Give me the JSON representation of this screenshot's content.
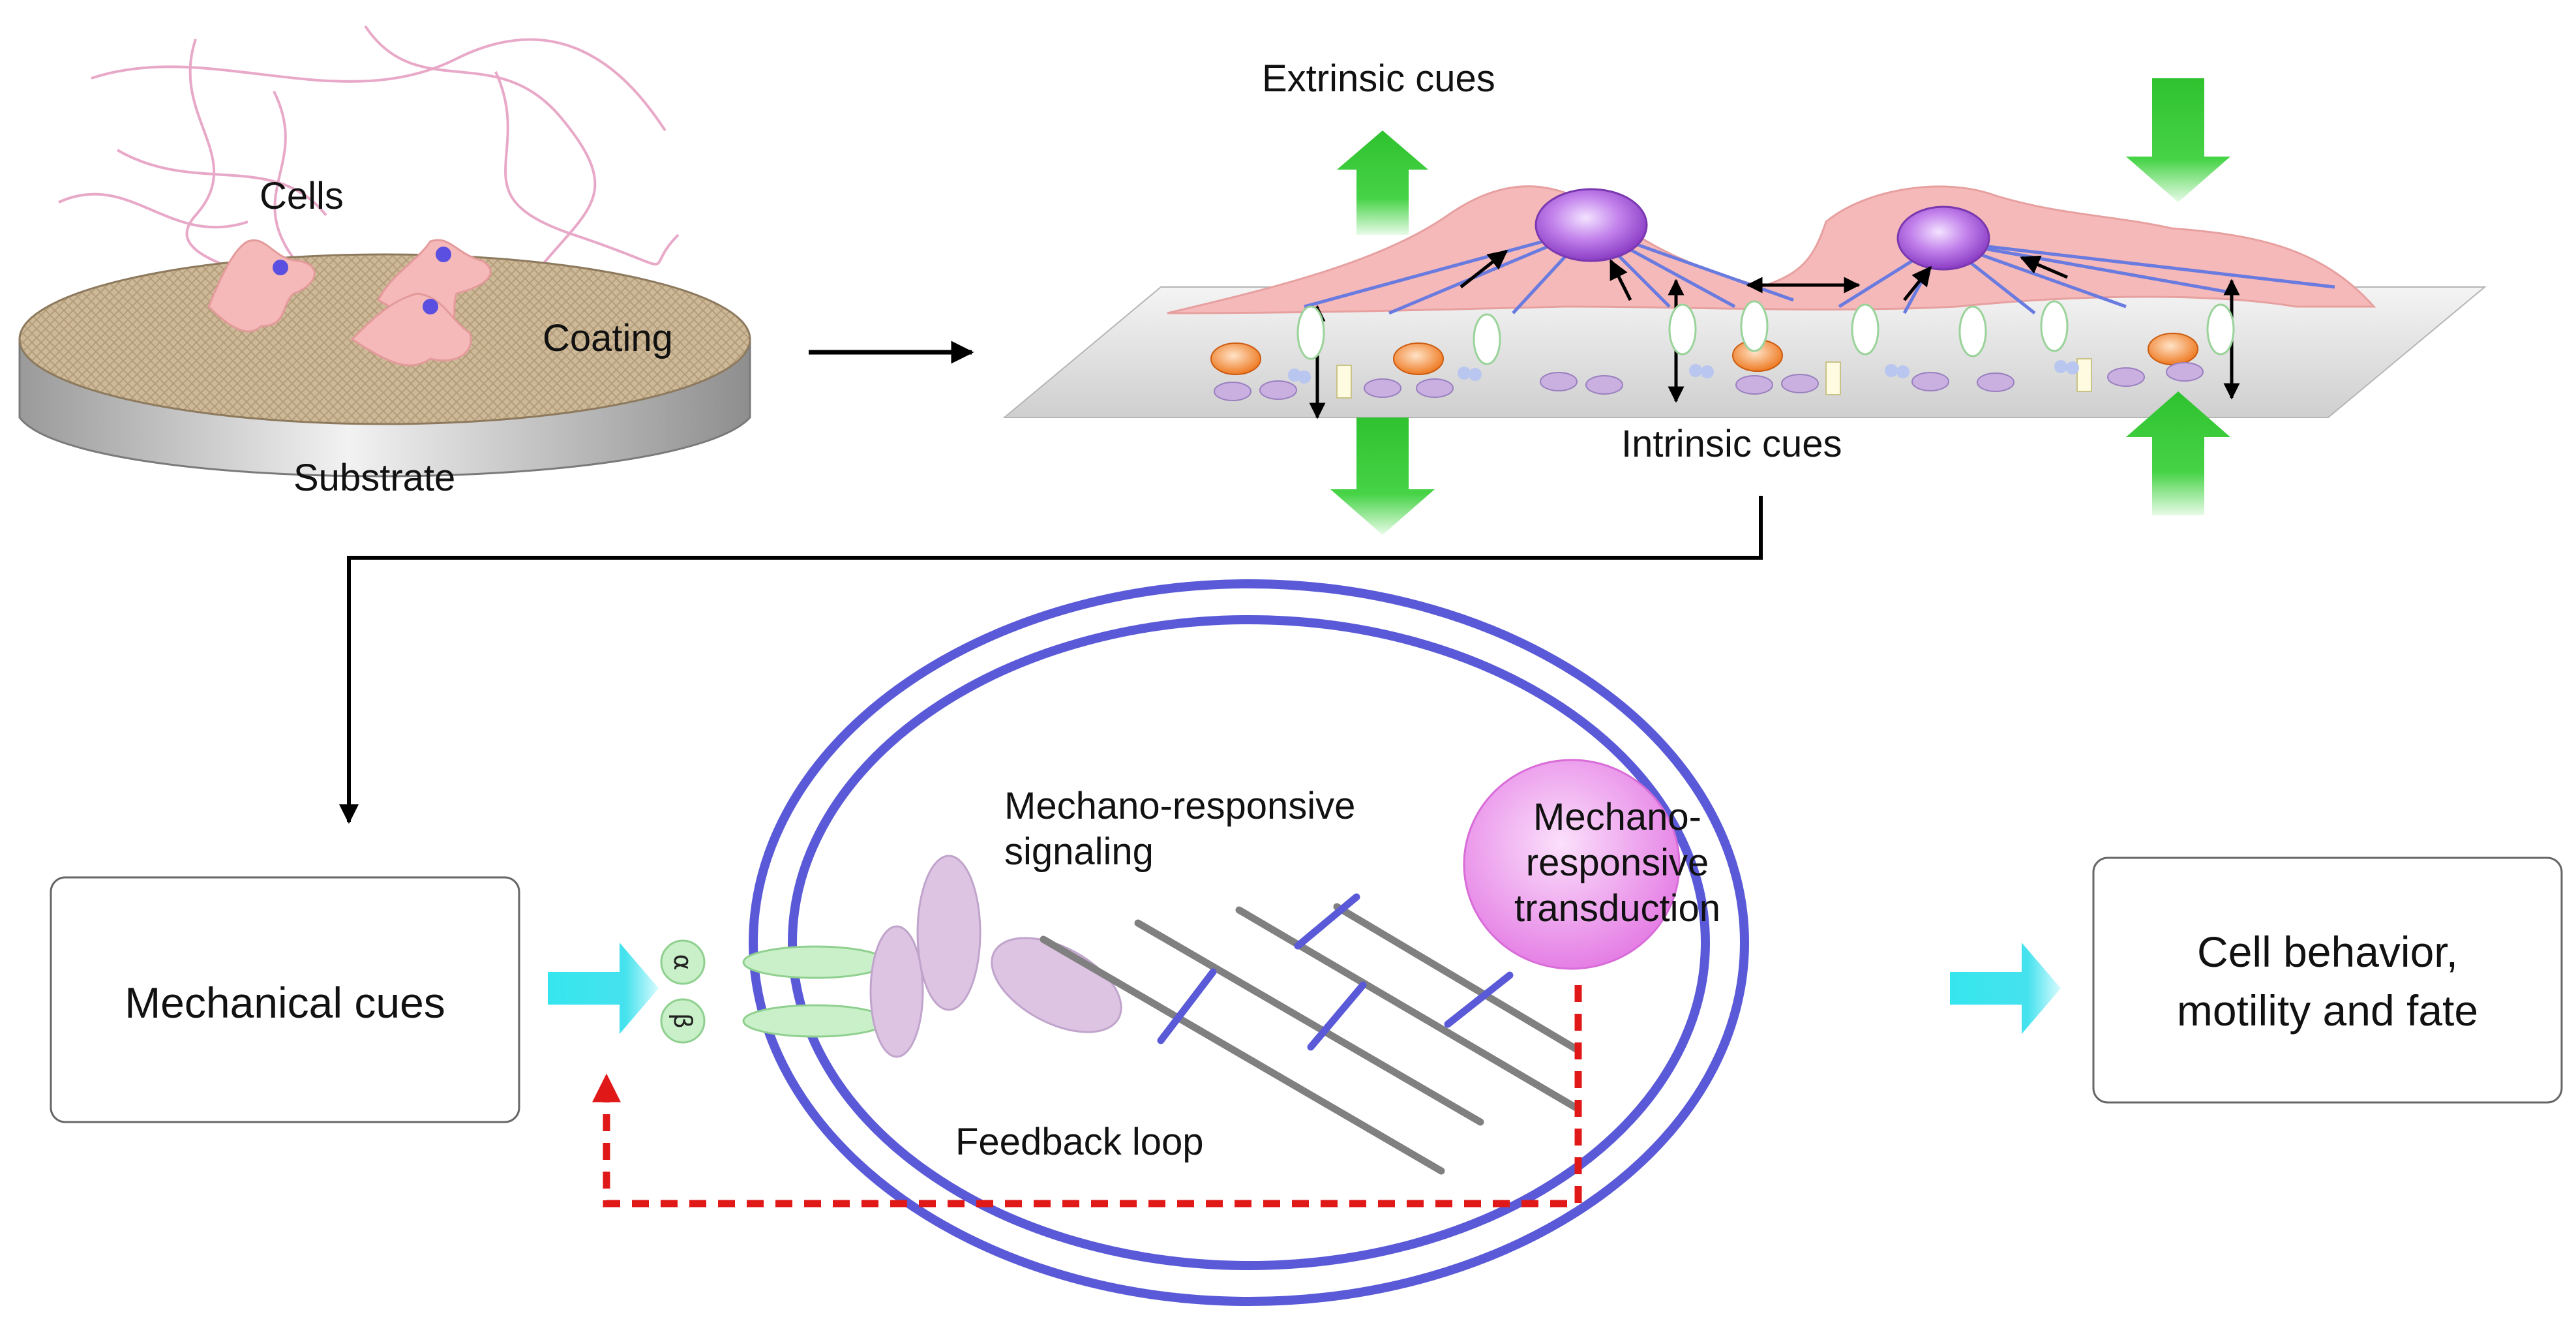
{
  "labels": {
    "cells": "Cells",
    "coating": "Coating",
    "substrate": "Substrate",
    "extrinsic_cues": "Extrinsic cues",
    "intrinsic_cues": "Intrinsic cues",
    "mechanical_cues": "Mechanical cues",
    "mechano_signaling_line1": "Mechano-responsive",
    "mechano_signaling_line2": "signaling",
    "transduction_line1": "Mechano-",
    "transduction_line2": "responsive",
    "transduction_line3": "transduction",
    "feedback_loop": "Feedback loop",
    "cell_behavior_line1": "Cell behavior,",
    "cell_behavior_line2": "motility and fate",
    "integrin_alpha": "α",
    "integrin_beta": "β"
  },
  "colors": {
    "green_arrow": "#3bcc3b",
    "cyan_arrow": "#35e6ee",
    "ring": "#5a5ad8",
    "cell_pink": "#f6b9b9",
    "nucleus_purple": "#b56be0",
    "transduction_pink": "#e88ae8",
    "feedback_red": "#e01818",
    "coating_tan": "#c9b493"
  }
}
